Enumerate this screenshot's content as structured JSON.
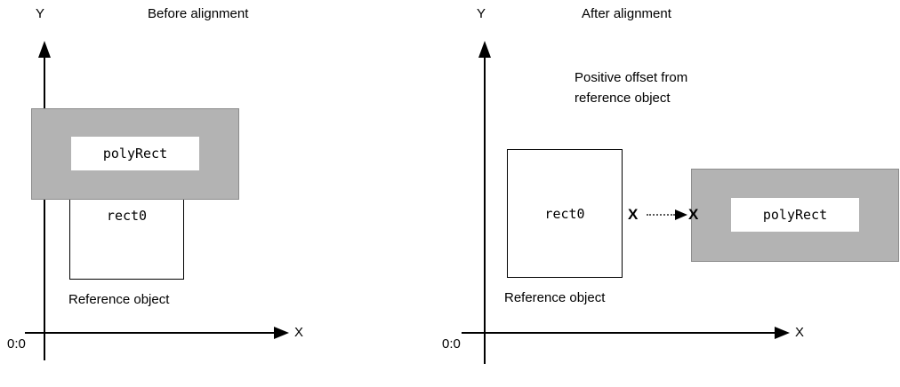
{
  "colors": {
    "polyrect_fill": "#b3b3b3",
    "polyrect_border": "#8c8c8c",
    "outline": "#000000",
    "background": "#ffffff"
  },
  "before": {
    "title": "Before alignment",
    "y_axis_label": "Y",
    "x_axis_label": "X",
    "origin_label": "0:0",
    "polyrect_label": "polyRect",
    "rect0_label": "rect0",
    "reference_label": "Reference object"
  },
  "after": {
    "title": "After alignment",
    "y_axis_label": "Y",
    "x_axis_label": "X",
    "origin_label": "0:0",
    "offset_caption": "Positive offset from\nreference object",
    "polyrect_label": "polyRect",
    "rect0_label": "rect0",
    "reference_label": "Reference object",
    "marker_start": "X",
    "marker_end": "X"
  }
}
